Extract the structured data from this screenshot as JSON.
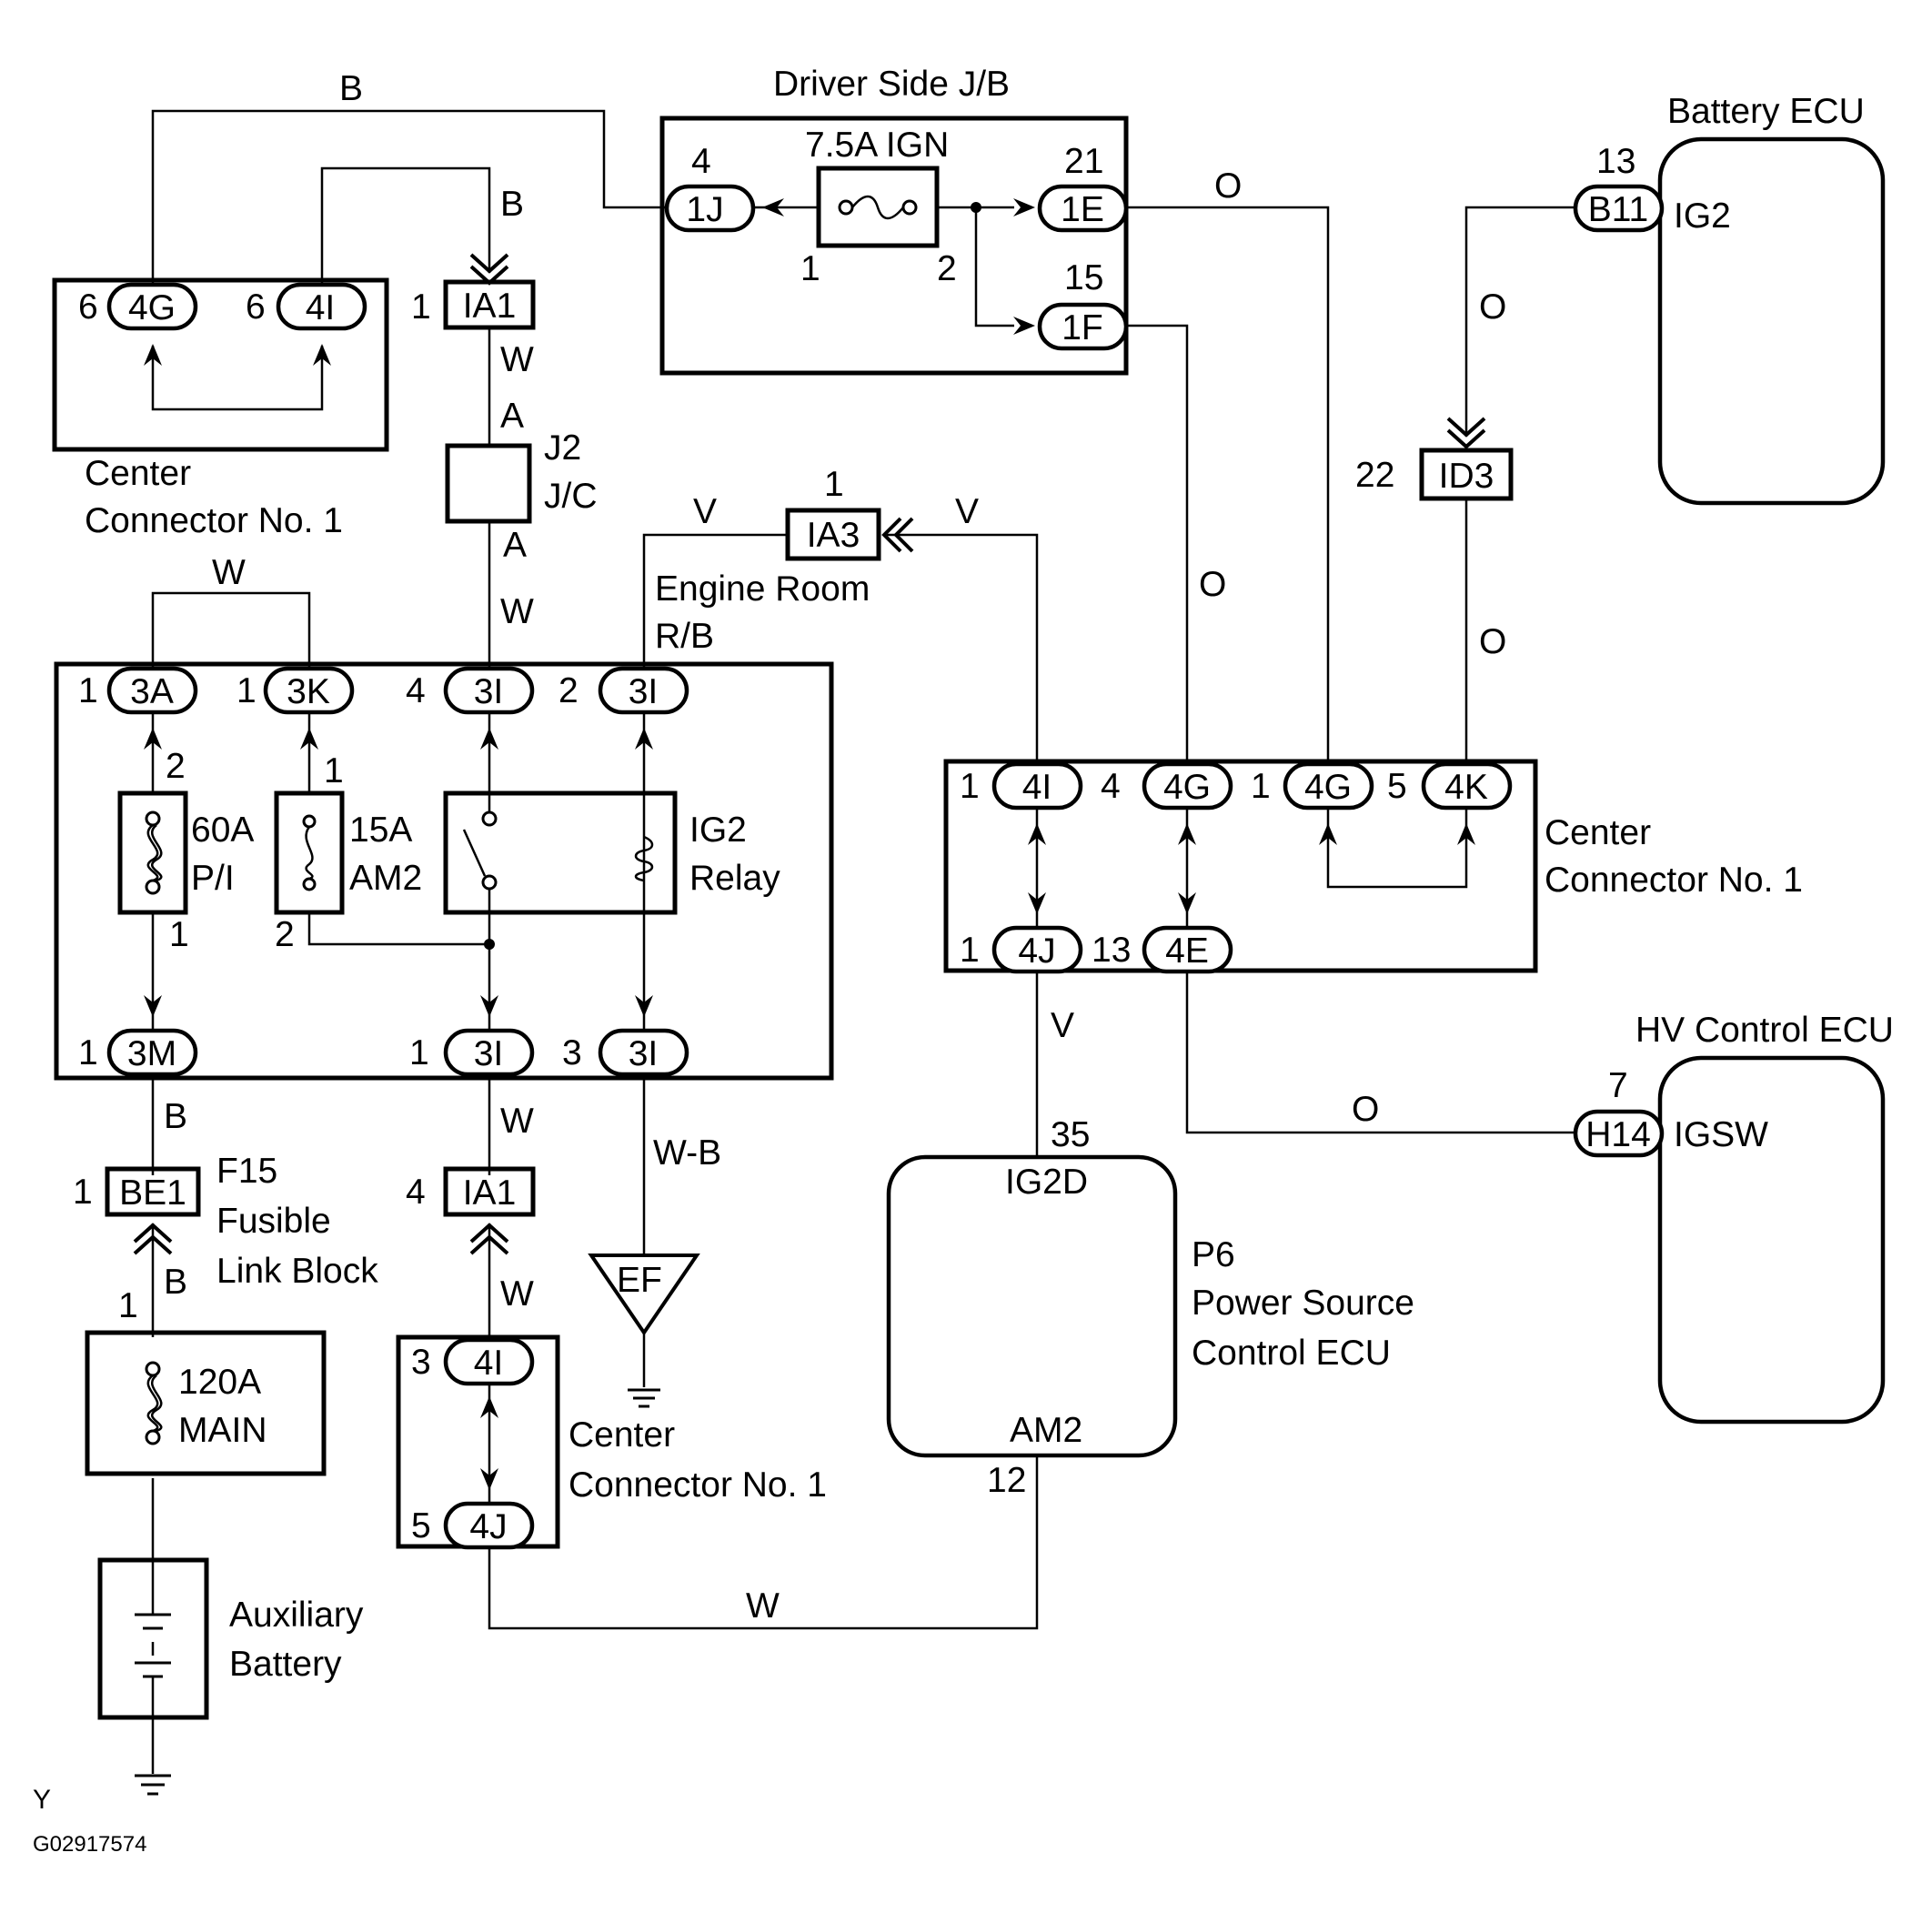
{
  "labels": {
    "driver_jb": "Driver Side J/B",
    "fuse_ign": "7.5A IGN",
    "battery_ecu": "Battery ECU",
    "ig2": "IG2",
    "center_connector": "Center",
    "center_connector_2": "Connector No. 1",
    "j2": "J2",
    "jc": "J/C",
    "engine_room": "Engine Room",
    "rb": "R/B",
    "fuse_60a": "60A",
    "pi": "P/I",
    "fuse_15a": "15A",
    "am2_fuse": "AM2",
    "ig2_relay": "IG2",
    "relay": "Relay",
    "hv_ecu": "HV Control ECU",
    "igsw": "IGSW",
    "f15": "F15",
    "fusible": "Fusible",
    "link_block": "Link Block",
    "fuse_120a": "120A",
    "main": "MAIN",
    "ig2d": "IG2D",
    "am2_pin": "AM2",
    "p6": "P6",
    "power_source": "Power Source",
    "control_ecu": "Control ECU",
    "aux": "Auxiliary",
    "battery": "Battery",
    "ef": "EF",
    "y": "Y",
    "code": "G02917574"
  },
  "wire_colors": {
    "b_top": "B",
    "b_mid": "B",
    "w1": "W",
    "a1": "A",
    "a2": "A",
    "w2": "W",
    "w3": "W",
    "v1": "V",
    "v2": "V",
    "o1": "O",
    "o2": "O",
    "o3": "O",
    "o4": "O",
    "o5": "O",
    "v3": "V",
    "b2": "B",
    "b3": "B",
    "w4": "W",
    "w5": "W",
    "wb": "W-B",
    "w6": "W"
  },
  "connectors": {
    "c1j": "1J",
    "c1e": "1E",
    "c1f": "1F",
    "cb11": "B11",
    "c4g_a": "4G",
    "c4i_a": "4I",
    "cia1_top": "IA1",
    "cid3": "ID3",
    "cia3": "IA3",
    "c3a": "3A",
    "c3k": "3K",
    "c3i_a": "3I",
    "c3i_b": "3I",
    "c3m": "3M",
    "c3i_c": "3I",
    "c3i_d": "3I",
    "c4i_b": "4I",
    "c4g_b": "4G",
    "c4g_c": "4G",
    "c4k": "4K",
    "c4j_a": "4J",
    "c4e": "4E",
    "ch14": "H14",
    "cbe1": "BE1",
    "cia1_bot": "IA1",
    "c4i_c": "4I",
    "c4j_b": "4J"
  },
  "pins": {
    "p1j": "4",
    "p1e": "21",
    "p1f": "15",
    "pf1": "1",
    "pf2": "2",
    "pb11": "13",
    "p4g_a": "6",
    "p4i_a": "6",
    "pia1_top": "1",
    "pid3": "22",
    "pia3": "1",
    "p3a": "1",
    "p3k": "1",
    "p3i_a": "4",
    "p3i_b": "2",
    "p60_top": "2",
    "p60_bot": "1",
    "p15_top": "1",
    "p15_bot": "2",
    "p3m": "1",
    "p3i_c": "1",
    "p3i_d": "3",
    "p4i_b": "1",
    "p4g_b": "4",
    "p4g_c": "1",
    "p4k": "5",
    "p4j_a": "1",
    "p4e": "13",
    "ph14": "7",
    "pig2d": "35",
    "pam2": "12",
    "pbe1": "1",
    "pmain": "1",
    "pia1_bot": "4",
    "p4i_c": "3",
    "p4j_b": "5"
  }
}
